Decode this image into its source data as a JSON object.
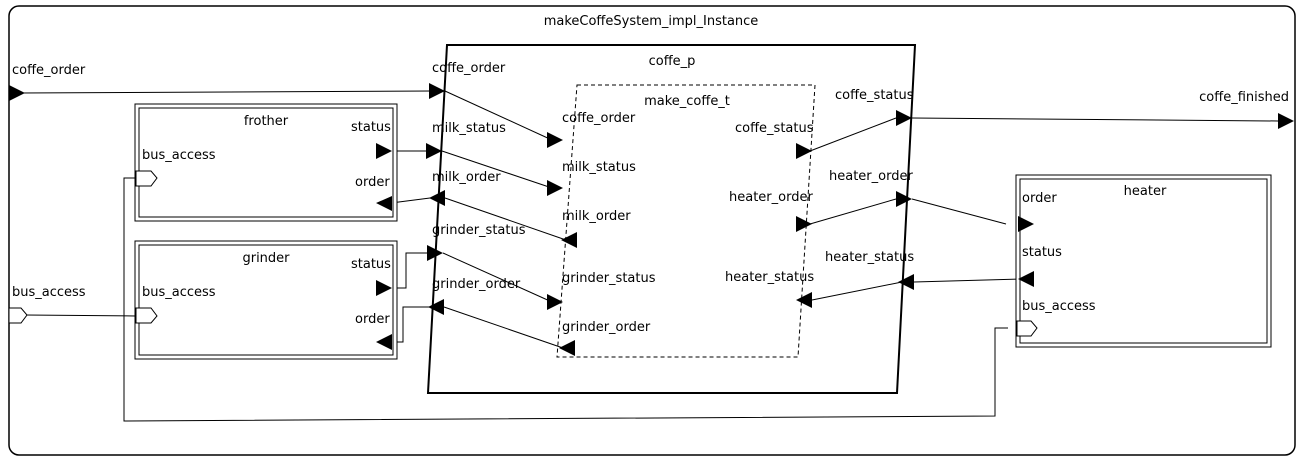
{
  "diagram": {
    "title": "makeCoffeSystem_impl_Instance",
    "system_ports": {
      "coffe_order": "coffe_order",
      "bus_access": "bus_access",
      "coffe_finished": "coffe_finished"
    },
    "frother": {
      "title": "frother",
      "status": "status",
      "order": "order",
      "bus_access": "bus_access"
    },
    "grinder": {
      "title": "grinder",
      "status": "status",
      "order": "order",
      "bus_access": "bus_access"
    },
    "coffe_p": {
      "title": "coffe_p",
      "coffe_order": "coffe_order",
      "milk_status": "milk_status",
      "milk_order": "milk_order",
      "grinder_status": "grinder_status",
      "grinder_order": "grinder_order",
      "coffe_status": "coffe_status",
      "heater_order": "heater_order",
      "heater_status": "heater_status"
    },
    "make_coffe_t": {
      "title": "make_coffe_t",
      "coffe_order": "coffe_order",
      "milk_status": "milk_status",
      "milk_order": "milk_order",
      "grinder_status": "grinder_status",
      "grinder_order": "grinder_order",
      "coffe_status": "coffe_status",
      "heater_order": "heater_order",
      "heater_status": "heater_status"
    },
    "heater": {
      "title": "heater",
      "order": "order",
      "status": "status",
      "bus_access": "bus_access"
    }
  }
}
